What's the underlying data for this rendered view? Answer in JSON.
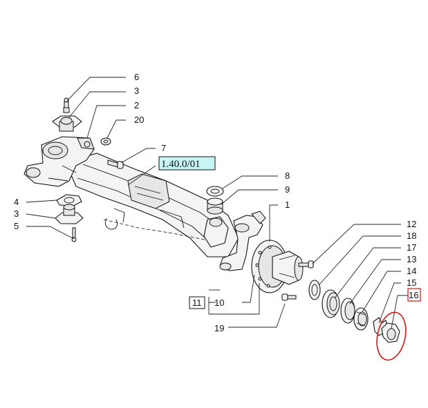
{
  "reference_label": "1.40.0/01",
  "callouts": [
    {
      "id": "c6",
      "text": "6"
    },
    {
      "id": "c3a",
      "text": "3"
    },
    {
      "id": "c2",
      "text": "2"
    },
    {
      "id": "c20",
      "text": "20"
    },
    {
      "id": "c7",
      "text": "7"
    },
    {
      "id": "c8",
      "text": "8"
    },
    {
      "id": "c9",
      "text": "9"
    },
    {
      "id": "c1",
      "text": "1"
    },
    {
      "id": "c4",
      "text": "4"
    },
    {
      "id": "c3b",
      "text": "3"
    },
    {
      "id": "c5",
      "text": "5"
    },
    {
      "id": "c12",
      "text": "12"
    },
    {
      "id": "c18",
      "text": "18"
    },
    {
      "id": "c17",
      "text": "17"
    },
    {
      "id": "c13",
      "text": "13"
    },
    {
      "id": "c14",
      "text": "14"
    },
    {
      "id": "c15",
      "text": "15"
    },
    {
      "id": "c16",
      "text": "16"
    },
    {
      "id": "c11",
      "text": "11"
    },
    {
      "id": "c10",
      "text": "10"
    },
    {
      "id": "c19",
      "text": "19"
    }
  ],
  "colors": {
    "reference_fill": "#c8f4f4",
    "highlight": "#d11414",
    "line": "#111111"
  }
}
